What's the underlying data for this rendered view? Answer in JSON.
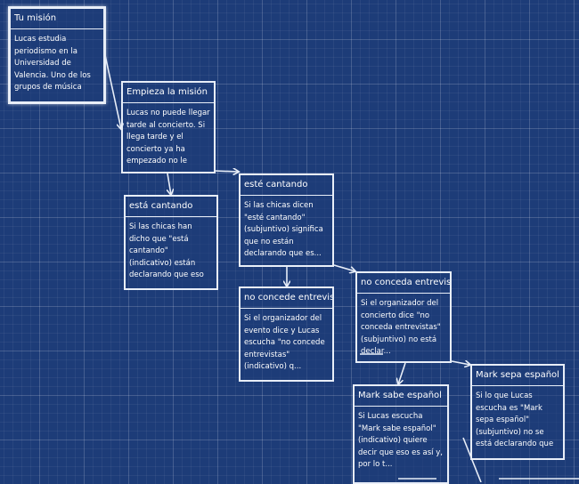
{
  "cards": [
    {
      "id": "tu-mision",
      "title": "Tu misión",
      "body": "Lucas estudia\nperiodismo en la\nUniversidad de\nValencia. Uno de los\ngrupos de música"
    },
    {
      "id": "empieza-la-mision",
      "title": "Empieza la misión",
      "body": "Lucas no puede llegar\ntarde al concierto. Si\nllega tarde y el\nconcierto ya ha\nempezado no le"
    },
    {
      "id": "esta-cantando",
      "title": "está cantando",
      "body": "Si las chicas han\ndicho que \"está\ncantando\"\n(indicativo) están\ndeclarando que eso"
    },
    {
      "id": "este-cantando",
      "title": "esté cantando",
      "body": "Si las chicas dicen\n\"esté cantando\"\n(subjuntivo) significa\nque no están\ndeclarando que es..."
    },
    {
      "id": "no-concede-entrevist",
      "title": "no concede entrevist",
      "body": "Si el organizador del\nevento dice y Lucas\nescucha \"no concede\nentrevistas\"\n(indicativo) q..."
    },
    {
      "id": "no-conceda-entrevist",
      "title": "no conceda entrevist",
      "body": "Si el organizador del\nconcierto dice \"no\nconceda entrevistas\"\n(subjuntivo) no está\ndeclar..."
    },
    {
      "id": "mark-sabe-espanol",
      "title": "Mark sabe español",
      "body": "Si Lucas escucha\n\"Mark sabe español\"\n(indicativo) quiere\ndecir que eso es así y,\npor lo t..."
    },
    {
      "id": "mark-sepa-espanol",
      "title": "Mark sepa español",
      "body": "Si lo que Lucas\nescucha es \"Mark\nsepa español\"\n(subjuntivo) no se\nestá declarando que"
    }
  ]
}
